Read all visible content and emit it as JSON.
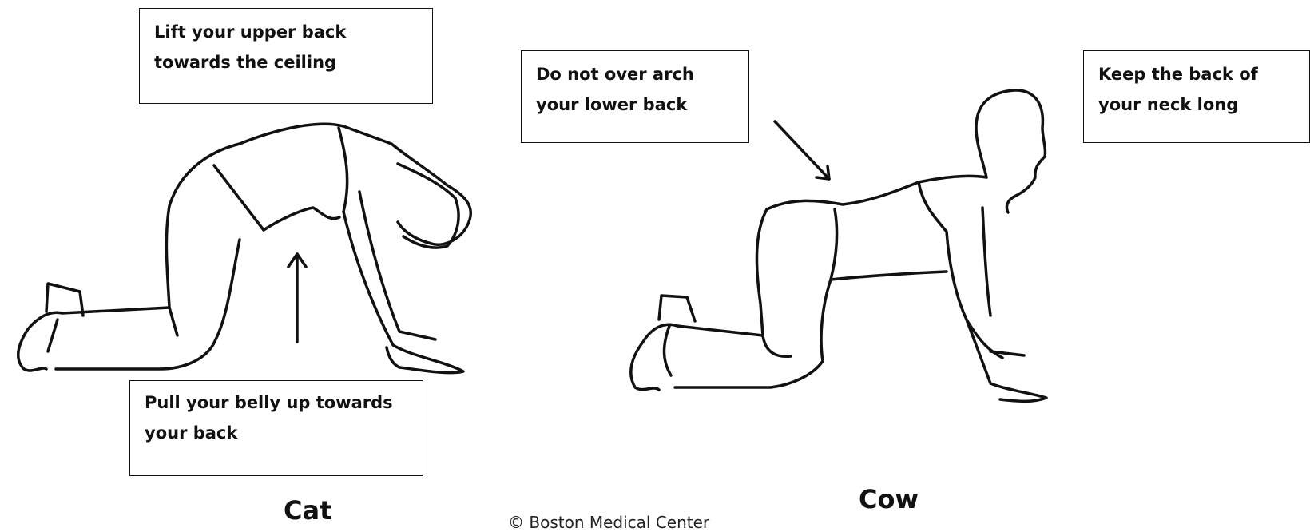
{
  "cat": {
    "caption": "Cat",
    "tip_top": "Lift your upper back\ntowards the ceiling",
    "tip_bottom": "Pull your belly up towards\nyour back"
  },
  "cow": {
    "caption": "Cow",
    "tip_left": "Do not over arch\nyour lower back",
    "tip_right": "Keep the back of\nyour neck long"
  },
  "copyright": "© Boston Medical Center"
}
